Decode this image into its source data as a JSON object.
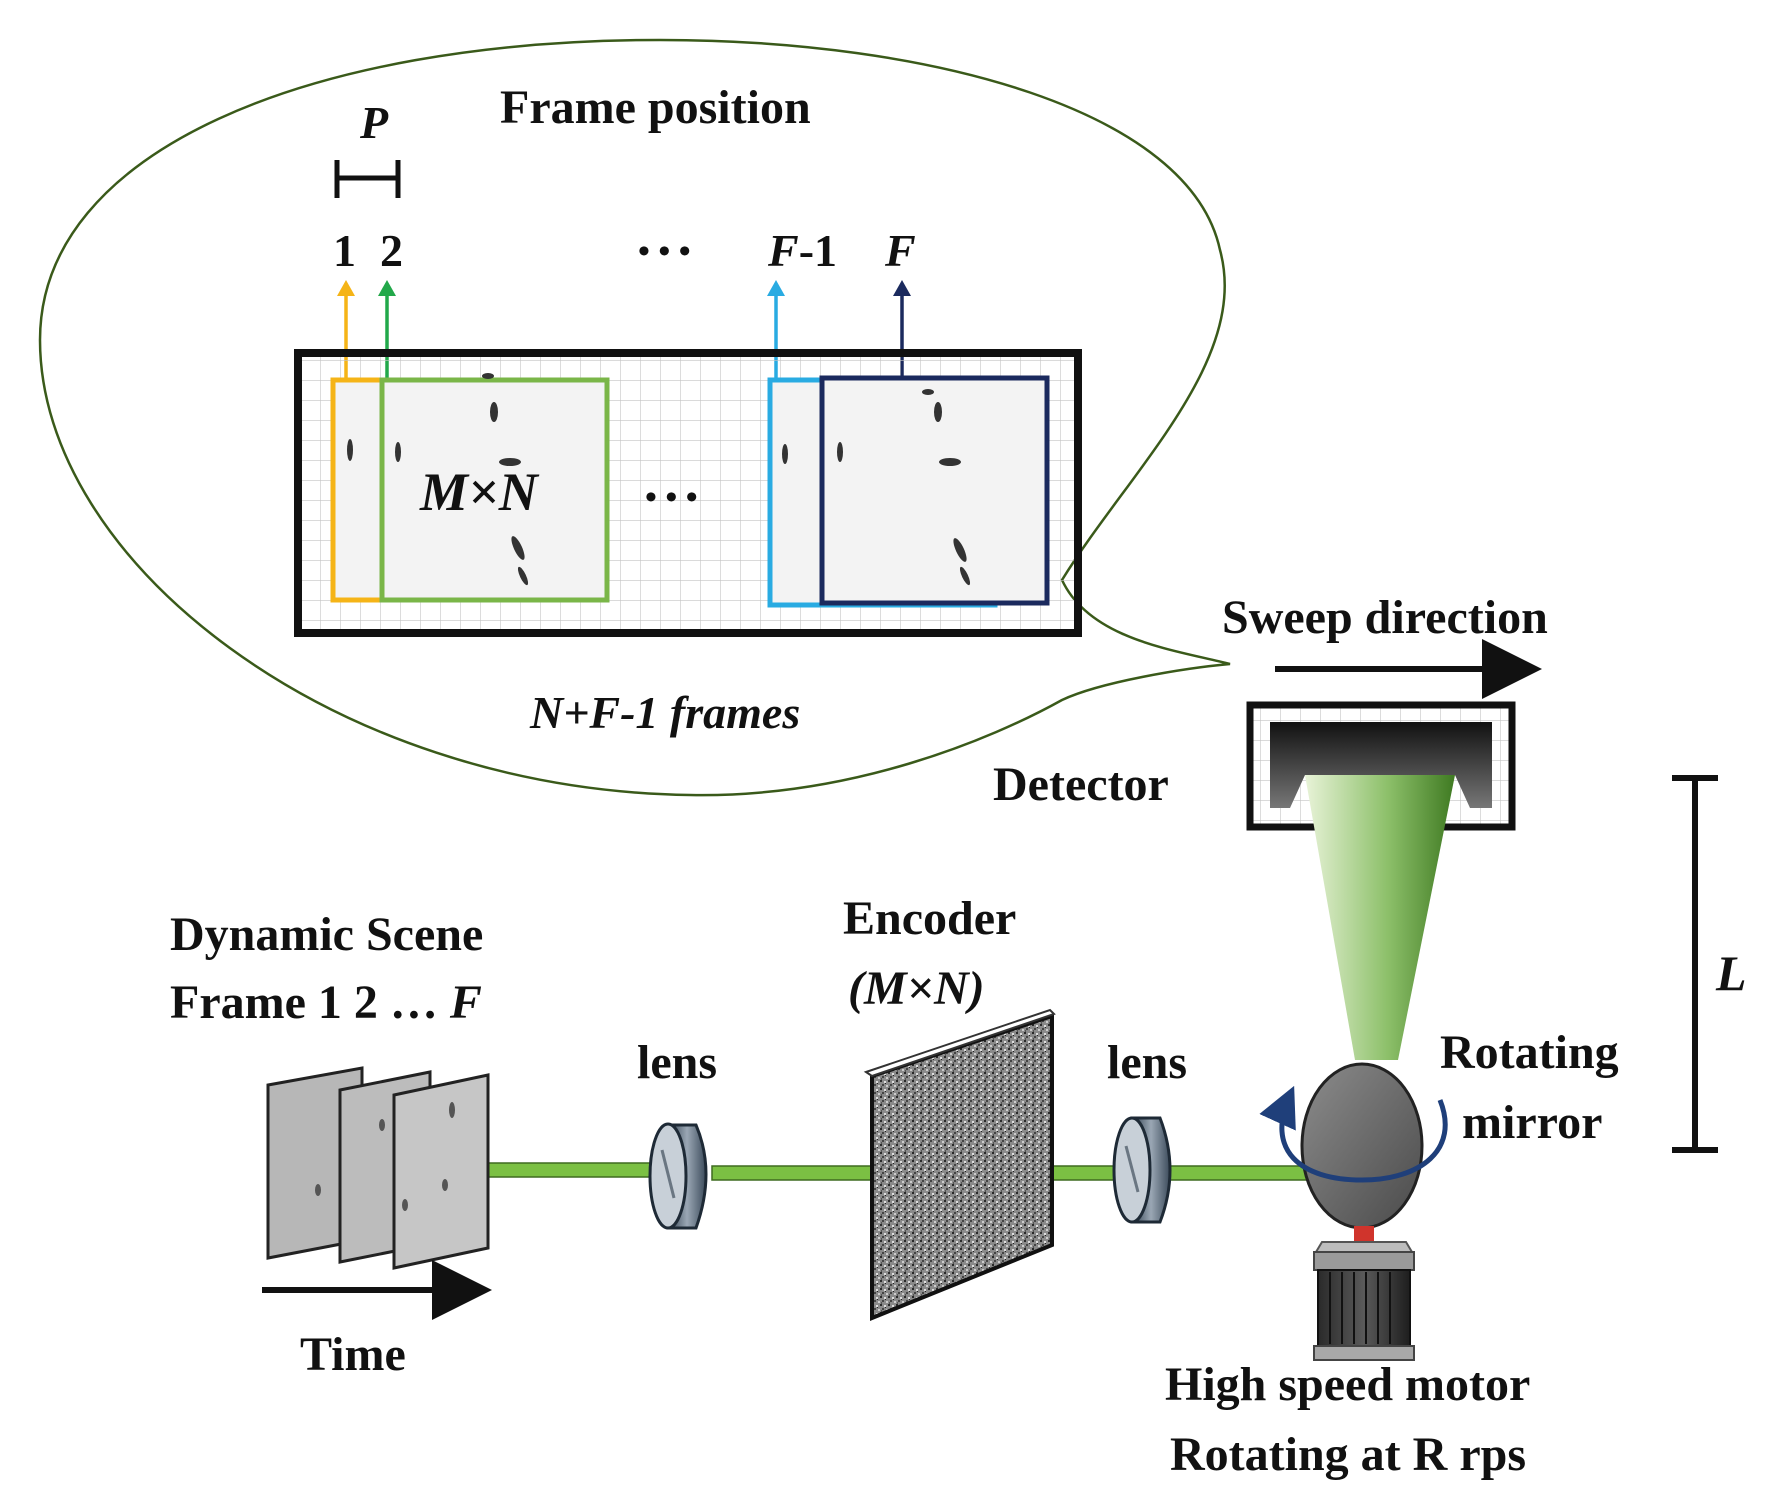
{
  "bubble": {
    "title": "Frame position",
    "pitch_symbol": "P",
    "frame_labels": {
      "first": "1",
      "second": "2",
      "ellipsis": "• • •",
      "second_last_var": "F",
      "second_last_suffix": "-1",
      "last": "F"
    },
    "frame_size": "M×N",
    "middle_ellipsis": "• • •",
    "total_caption": "N+F-1 frames"
  },
  "labels": {
    "sweep_direction": "Sweep direction",
    "detector": "Detector",
    "distance_symbol": "L",
    "rotating_mirror_line1": "Rotating",
    "rotating_mirror_line2": "mirror",
    "motor_line1": "High speed motor",
    "motor_line2": "Rotating at R rps",
    "encoder_line1": "Encoder",
    "encoder_line2": "(M×N)",
    "lens_left": "lens",
    "lens_right": "lens",
    "scene_line1": "Dynamic Scene",
    "scene_line2_prefix": "Frame 1 2 … ",
    "scene_line2_var": "F",
    "time": "Time"
  },
  "colors": {
    "frame_1": "#f5b417",
    "frame_2": "#22a84a",
    "frame_2_box": "#7ab648",
    "frame_f_minus_1": "#29abe2",
    "frame_f": "#1b2a5e",
    "beam": "#7bc043",
    "cone": "#4a8a2a",
    "mirror_arrow": "#1f3f7a",
    "bubble_outline": "#3a5a1a"
  }
}
